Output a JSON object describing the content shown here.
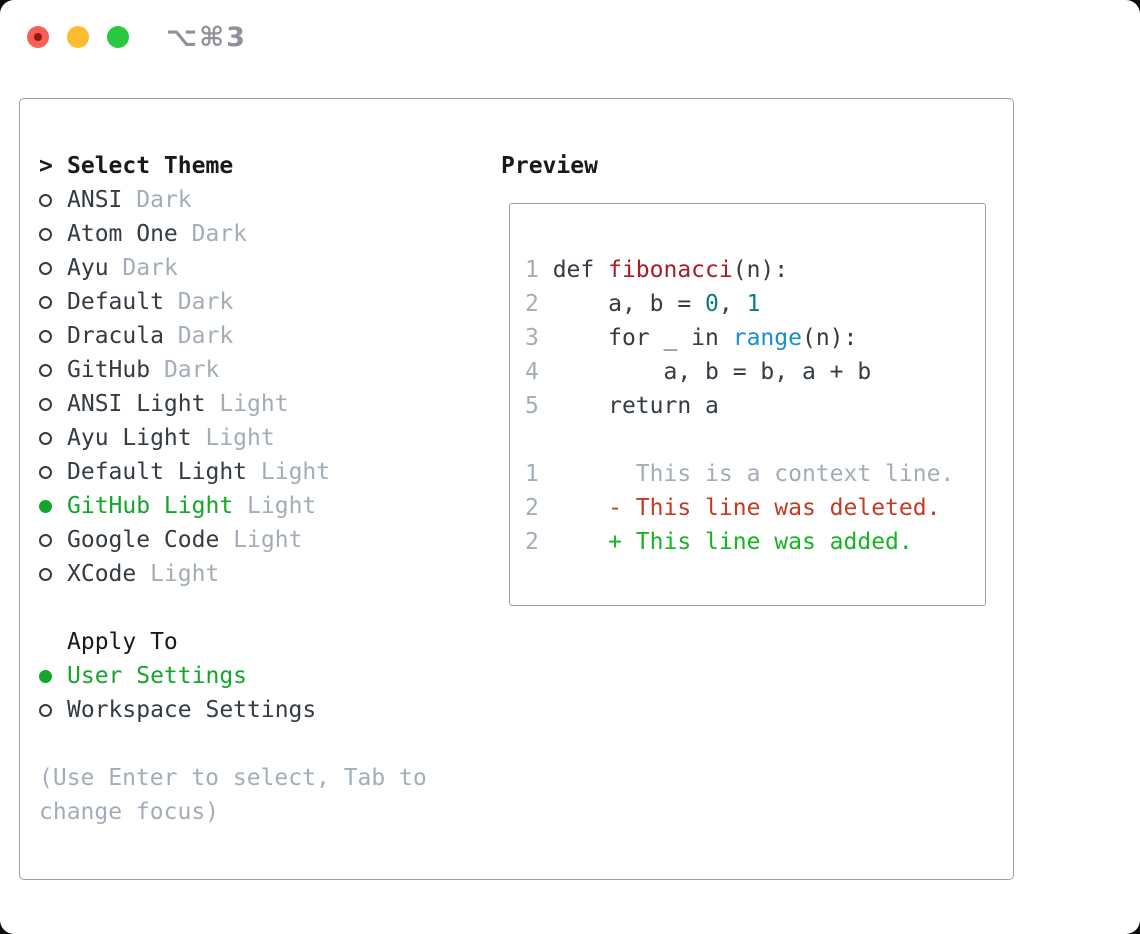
{
  "window": {
    "title": "⌥⌘3"
  },
  "colors": {
    "text": "#343b43",
    "heading": "#17191c",
    "muted": "#a3adb8",
    "border": "#99a1ab",
    "select_green": "#14a52c",
    "added_green": "#16b423",
    "deleted_red": "#c43a24",
    "function_red": "#a71d23",
    "number_teal": "#0b7e79",
    "builtin_blue": "#1590cc",
    "title_gray": "#8f9399",
    "traffic_red": "#f65f57",
    "traffic_red_dot": "#8c1a12",
    "traffic_yellow": "#fcbc2e",
    "traffic_green": "#2ac840"
  },
  "theme_panel": {
    "prompt": ">",
    "title": "Select Theme",
    "items": [
      {
        "name": "ANSI",
        "variant": "Dark",
        "selected": false
      },
      {
        "name": "Atom One",
        "variant": "Dark",
        "selected": false
      },
      {
        "name": "Ayu",
        "variant": "Dark",
        "selected": false
      },
      {
        "name": "Default",
        "variant": "Dark",
        "selected": false
      },
      {
        "name": "Dracula",
        "variant": "Dark",
        "selected": false
      },
      {
        "name": "GitHub",
        "variant": "Dark",
        "selected": false
      },
      {
        "name": "ANSI Light",
        "variant": "Light",
        "selected": false
      },
      {
        "name": "Ayu Light",
        "variant": "Light",
        "selected": false
      },
      {
        "name": "Default Light",
        "variant": "Light",
        "selected": false
      },
      {
        "name": "GitHub Light",
        "variant": "Light",
        "selected": true
      },
      {
        "name": "Google Code",
        "variant": "Light",
        "selected": false
      },
      {
        "name": "XCode",
        "variant": "Light",
        "selected": false
      }
    ],
    "apply_to": {
      "title": "Apply To",
      "items": [
        {
          "name": "User Settings",
          "selected": true
        },
        {
          "name": "Workspace Settings",
          "selected": false
        }
      ]
    },
    "hint": "(Use Enter to select, Tab to change focus)"
  },
  "preview": {
    "title": "Preview",
    "lines": [
      {
        "num": "1",
        "segments": [
          [
            "def ",
            "text"
          ],
          [
            "fibonacci",
            "func"
          ],
          [
            "(n):",
            "text"
          ]
        ]
      },
      {
        "num": "2",
        "segments": [
          [
            "    a, b = ",
            "text"
          ],
          [
            "0",
            "num"
          ],
          [
            ", ",
            "text"
          ],
          [
            "1",
            "num"
          ]
        ]
      },
      {
        "num": "3",
        "segments": [
          [
            "    for _ in ",
            "text"
          ],
          [
            "range",
            "builtin"
          ],
          [
            "(n):",
            "text"
          ]
        ]
      },
      {
        "num": "4",
        "segments": [
          [
            "        a, b = b, a + b",
            "text"
          ]
        ]
      },
      {
        "num": "5",
        "segments": [
          [
            "    return a",
            "text"
          ]
        ]
      },
      {
        "num": "",
        "segments": []
      },
      {
        "num": "1",
        "segments": [
          [
            "      This is a context line.",
            "muted"
          ]
        ]
      },
      {
        "num": "2",
        "segments": [
          [
            "    - This line was deleted.",
            "deleted"
          ]
        ]
      },
      {
        "num": "2",
        "segments": [
          [
            "    + This line was added.",
            "added"
          ]
        ]
      }
    ]
  }
}
